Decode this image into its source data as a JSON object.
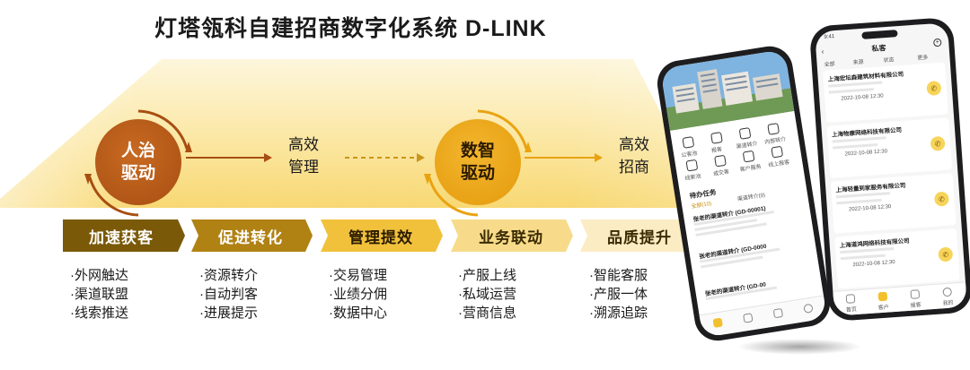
{
  "title": "灯塔瓴科自建招商数字化系统  D-LINK",
  "colors": {
    "band_light": "#fdf1c9",
    "band_mid": "#f8dc7a",
    "brown": "#a84e12",
    "gold": "#e9a310",
    "olive_dark": "#7a5a08"
  },
  "flow": {
    "node1": "人治\n驱动",
    "node2": "高效\n管理",
    "node3": "数智\n驱动",
    "node4": "高效\n招商"
  },
  "stages": [
    {
      "label": "加速获客",
      "items": [
        "·外网触达",
        "·渠道联盟",
        "·线索推送"
      ]
    },
    {
      "label": "促进转化",
      "items": [
        "·资源转介",
        "·自动判客",
        "·进展提示"
      ]
    },
    {
      "label": "管理提效",
      "items": [
        "·交易管理",
        "·业绩分佣",
        "·数据中心"
      ]
    },
    {
      "label": "业务联动",
      "items": [
        "·产服上线",
        "·私域运营",
        "·营商信息"
      ]
    },
    {
      "label": "品质提升",
      "items": [
        "·智能客服",
        "·产服一体",
        "·溯源追踪"
      ]
    }
  ],
  "phone_back": {
    "grid": [
      "公客池",
      "报客",
      "渠道转介",
      "内部转介",
      "线索池",
      "成交客",
      "客户服务",
      "线上报客"
    ],
    "todo_title": "待办任务",
    "todo_tabs": [
      "全部(10)",
      "渠道转介(9)"
    ],
    "todo_items": [
      "张老的渠道转介 (GD-00001)",
      "张老的渠道转介 (GD-0000",
      "张老的渠道转介 (GD-00"
    ]
  },
  "phone_front": {
    "time": "9:41",
    "header": "私客",
    "filters": [
      "全部",
      "来源",
      "状态",
      "更多"
    ],
    "companies": [
      "上海宏坛森建筑材料有限公司",
      "上海物康网络科技有限公司",
      "上海轻量到家服务有限公司",
      "上海道鸿网络科技有限公司"
    ],
    "dates": [
      "2022-10-08 12:30",
      "2022-10-08 12:30",
      "2022-10-08 12:30",
      "2022-10-08 12:30"
    ],
    "nav": [
      "首页",
      "客户",
      "报客",
      "我的"
    ]
  }
}
